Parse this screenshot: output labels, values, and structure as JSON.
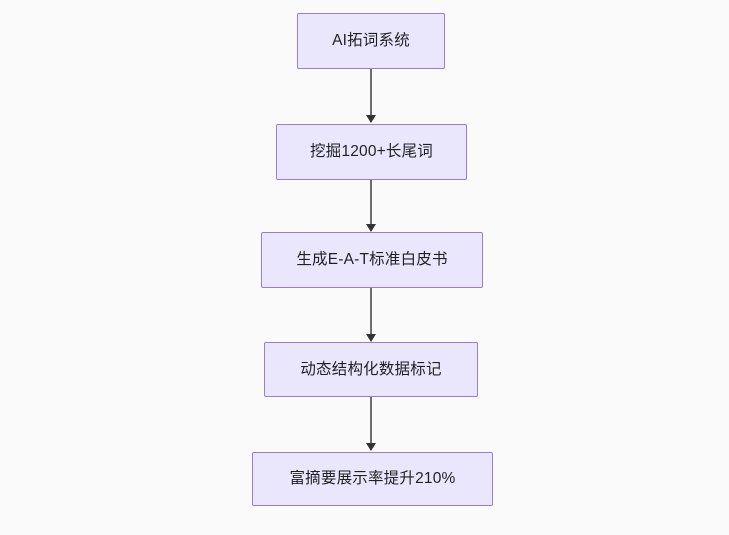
{
  "diagram": {
    "type": "flowchart",
    "direction": "top-to-bottom",
    "background_color": "#fafafa",
    "node_fill_color": "#eae7fd",
    "node_border_color": "#9a7dd8",
    "edge_color": "#6d6d6d",
    "arrowhead_color": "#333333",
    "nodes": [
      {
        "id": "n1",
        "label": "AI拓词系统"
      },
      {
        "id": "n2",
        "label": "挖掘1200+长尾词"
      },
      {
        "id": "n3",
        "label": "生成E-A-T标准白皮书"
      },
      {
        "id": "n4",
        "label": "动态结构化数据标记"
      },
      {
        "id": "n5",
        "label": "富摘要展示率提升210%"
      }
    ],
    "edges": [
      {
        "from": "n1",
        "to": "n2",
        "label": ""
      },
      {
        "from": "n2",
        "to": "n3",
        "label": ""
      },
      {
        "from": "n3",
        "to": "n4",
        "label": ""
      },
      {
        "from": "n4",
        "to": "n5",
        "label": ""
      }
    ]
  }
}
